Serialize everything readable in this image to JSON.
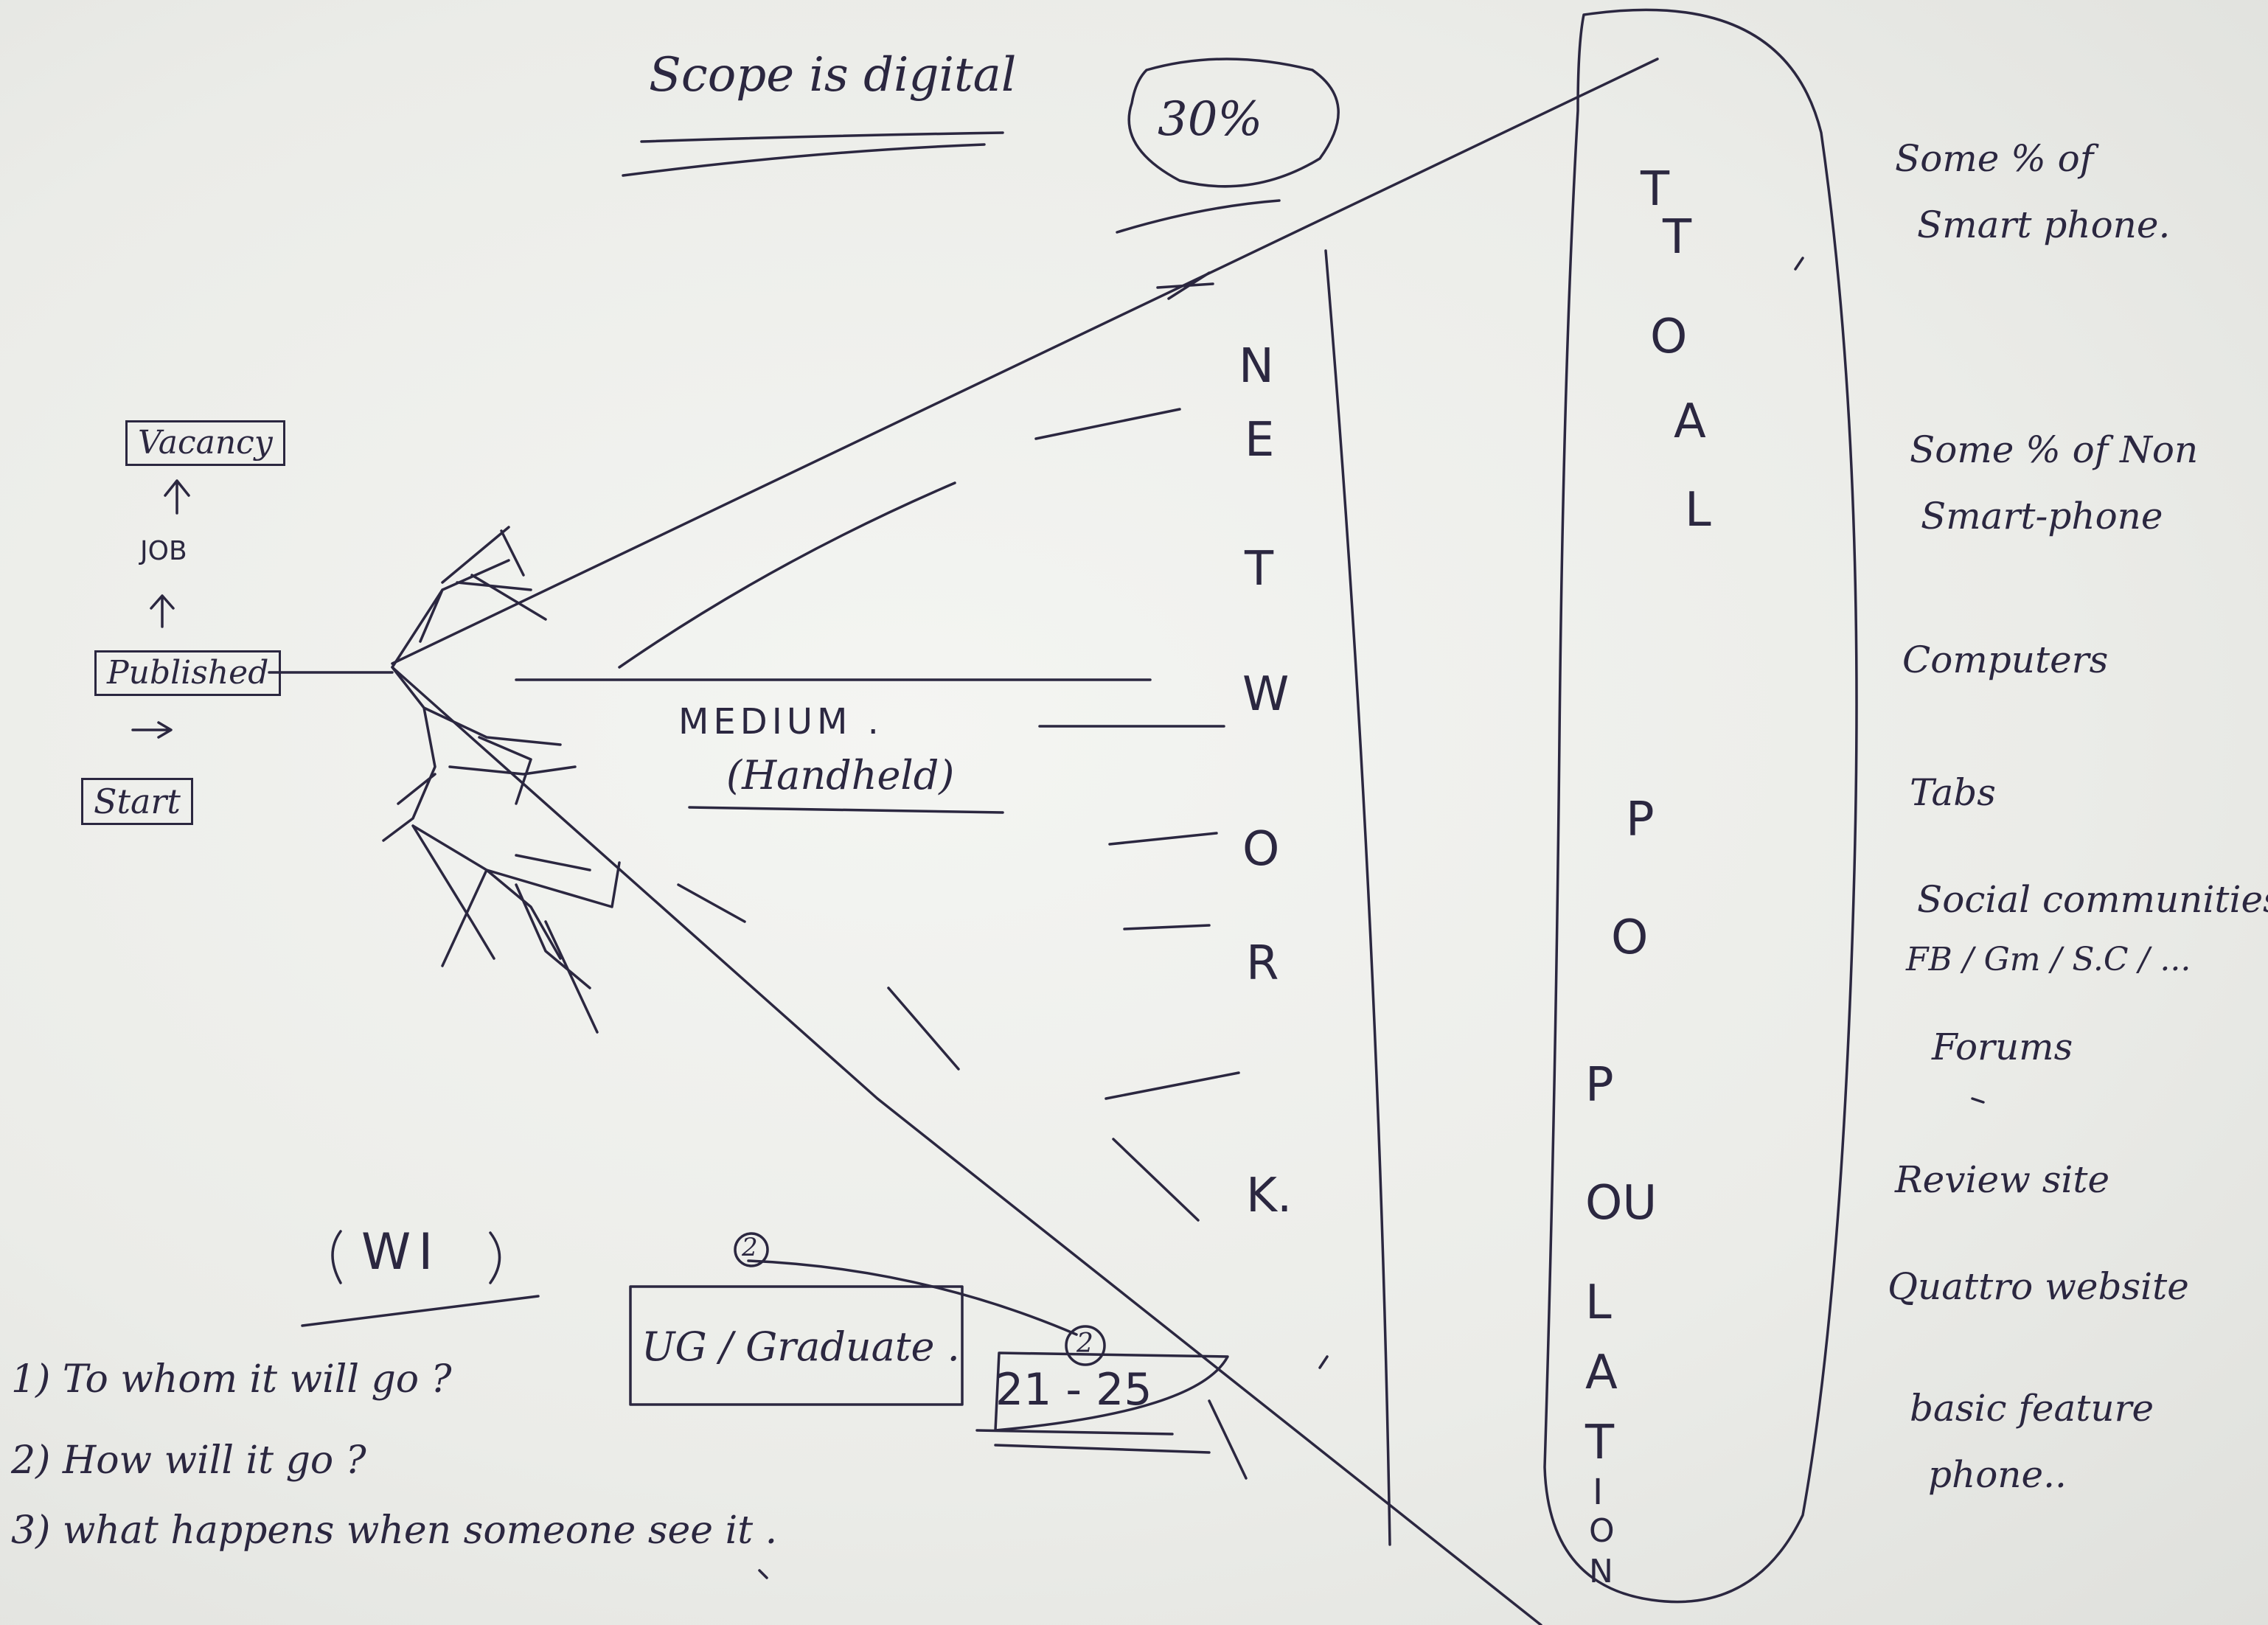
{
  "heading": "Scope is digital",
  "percent_badge": "30%",
  "left_flow": {
    "vacancy": "Vacancy",
    "job": "JOB",
    "published": "Published",
    "start": "Start"
  },
  "medium": {
    "line1": "MEDIUM .",
    "line2": "(Handheld)"
  },
  "network_letters": [
    "N",
    "E",
    "T",
    "W",
    "O",
    "R",
    "K."
  ],
  "total_letters": [
    "T",
    "O",
    "T",
    "A",
    "L"
  ],
  "population_letters": [
    "P",
    "O",
    "P",
    "OU",
    "L",
    "A",
    "T",
    "I",
    "O",
    "N"
  ],
  "right_list": [
    [
      "Some % of",
      "Smart phone."
    ],
    [
      "Some % of Non",
      "Smart-phone"
    ],
    [
      "Computers"
    ],
    [
      "Tabs"
    ],
    [
      "Social communities",
      "FB / Gm / S.C / ..."
    ],
    [
      "Forums"
    ],
    [
      "Review site"
    ],
    [
      "Quattro website"
    ],
    [
      "basic feature",
      "phone.."
    ]
  ],
  "wi_label": "WI",
  "questions": [
    "1) To whom it will go ?",
    "2) How will it go ?",
    "3) what happens when someone see it ."
  ],
  "audience_box": "UG / Graduate .",
  "age_box": "21 - 25",
  "circle_mark_1": "2",
  "circle_mark_2": "2",
  "colors": {
    "ink": "#2b2740",
    "paper": "#ecedea"
  }
}
